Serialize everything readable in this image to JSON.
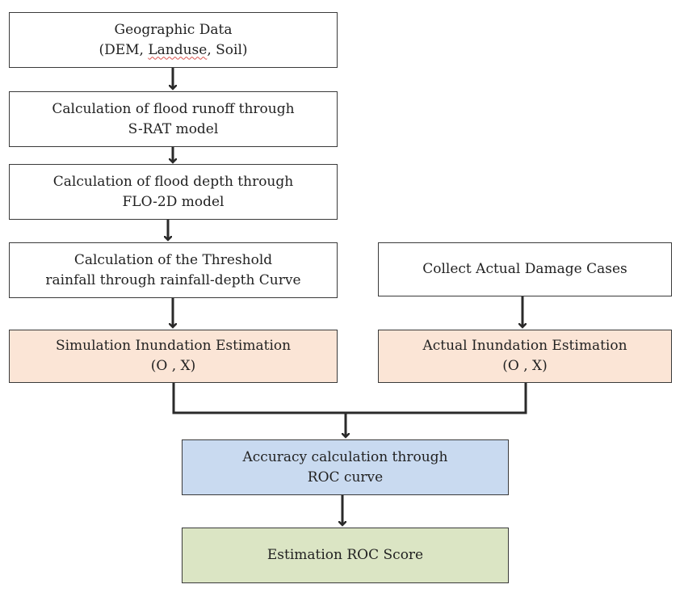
{
  "colors": {
    "border": "#3a3a3a",
    "arrow": "#2a2a2a",
    "estimation_fill": "#fbe5d6",
    "accuracy_fill": "#c9daf0",
    "score_fill": "#dbe5c4",
    "spellcheck_underline": "#d9534f"
  },
  "boxes": {
    "geographic_data": {
      "line1": "Geographic Data",
      "line2_prefix": "(DEM, ",
      "line2_flagged_word": "Landuse",
      "line2_suffix": ", Soil)"
    },
    "flood_runoff": {
      "line1": "Calculation of flood runoff through",
      "line2": "S-RAT model"
    },
    "flood_depth": {
      "line1": "Calculation of flood depth through",
      "line2": "FLO-2D model"
    },
    "threshold_rainfall": {
      "line1": "Calculation of the Threshold",
      "line2": "rainfall through rainfall-depth Curve"
    },
    "collect_damage": {
      "line1": "Collect Actual Damage Cases"
    },
    "simulation_estimation": {
      "line1": "Simulation Inundation Estimation",
      "line2": "(O , X)"
    },
    "actual_estimation": {
      "line1": "Actual Inundation Estimation",
      "line2": "(O , X)"
    },
    "accuracy_calculation": {
      "line1": "Accuracy calculation through",
      "line2": "ROC curve"
    },
    "roc_score": {
      "line1": "Estimation ROC Score"
    }
  }
}
